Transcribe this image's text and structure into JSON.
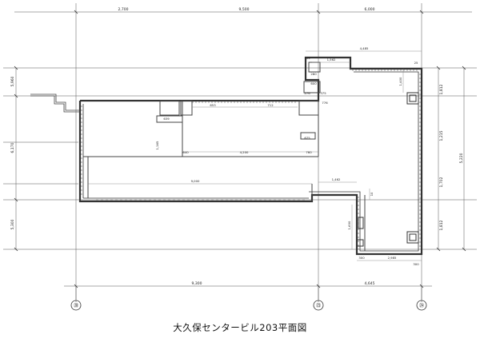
{
  "title": "大久保センタービル203平面図",
  "top_dimensions": [
    "2,700",
    "9,500",
    "6,000"
  ],
  "bottom_dimensions": [
    "9,300",
    "4,645"
  ],
  "left_dimensions": [
    "5,960",
    "6,170",
    "5,300"
  ],
  "right_dimensions_outer": [
    "1,812",
    "1,215",
    "1,702",
    "1,812"
  ],
  "right_dimension_total": "5,220",
  "grid_markers": [
    "⑳",
    "㉓",
    "㉔"
  ],
  "interior_dimensions": {
    "top_right_overall": "4,485",
    "top_right_a": "1,562",
    "top_right_b": "600",
    "top_right_c": "115",
    "top_right_d": "1,400",
    "top_right_e": "25",
    "step_a": "280",
    "step_b": "375",
    "upper_a": "653",
    "upper_b": "712",
    "upper_c": "276",
    "upper_d": "776",
    "left_a": "639",
    "left_b": "1,165",
    "mid_a": "4,200",
    "mid_b": "760",
    "mid_c": "640",
    "mid_d": "675",
    "long_span": "9,000",
    "lower_right_a": "1,462",
    "lower_right_b": "10",
    "lower_right_c": "1,600",
    "bottom_a": "300",
    "bottom_b": "2,985",
    "bottom_c": "300"
  }
}
